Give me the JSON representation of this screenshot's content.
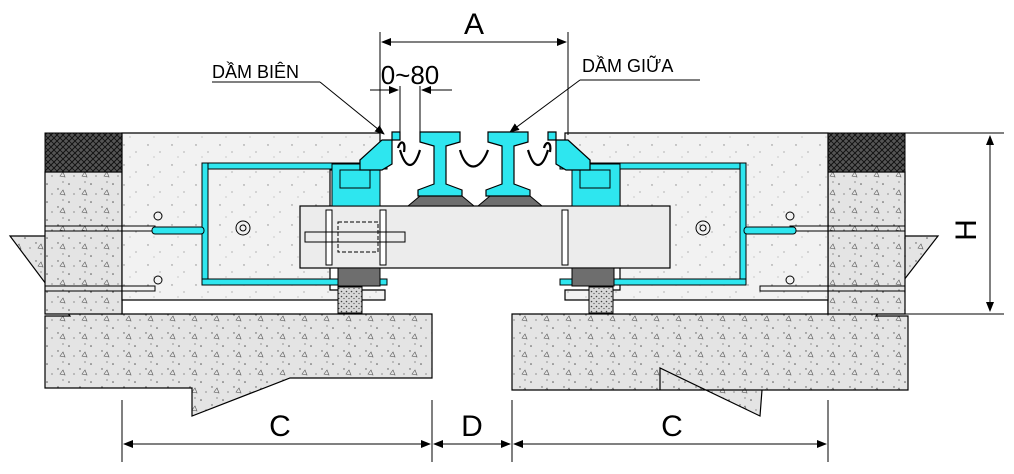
{
  "labels": {
    "dim_a": "A",
    "gap_range": "0~80",
    "edge_beam": "DẦM BIÊN",
    "middle_beam": "DẦM GIỮA",
    "dim_h": "H",
    "dim_c_left": "C",
    "dim_d": "D",
    "dim_c_right": "C"
  },
  "colors": {
    "steel": "#2ee6ef",
    "concrete": "#e4e4e4",
    "asphalt": "#555555",
    "bearing": "#6e6e6e",
    "line": "#000000"
  }
}
